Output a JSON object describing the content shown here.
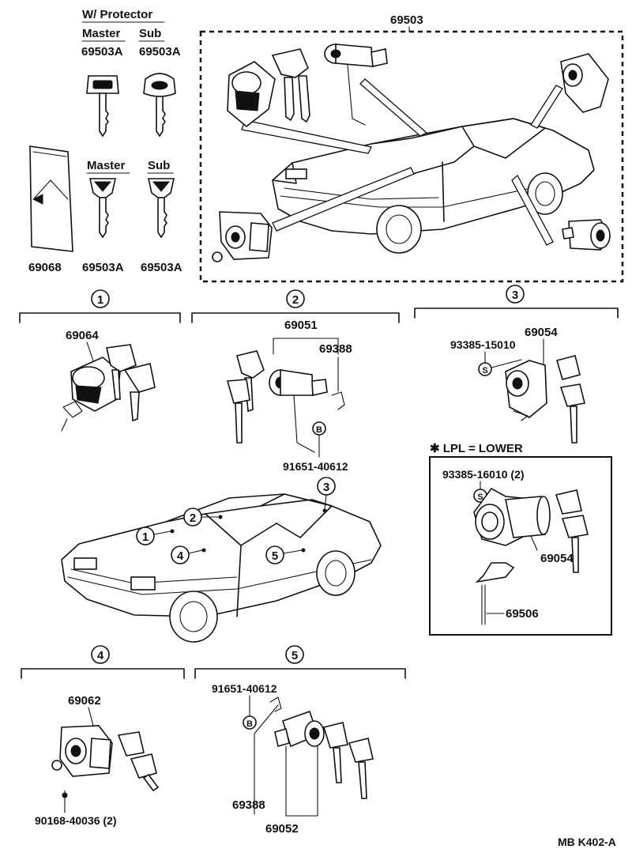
{
  "header": {
    "protector_title": "W/ Protector",
    "master_label": "Master",
    "sub_label": "Sub",
    "master_part": "69503A",
    "sub_part": "69503A"
  },
  "plain_keys": {
    "master_label": "Master",
    "sub_label": "Sub",
    "master_part": "69503A",
    "sub_part": "69503A"
  },
  "key_case_part": "69068",
  "set_part": "69503",
  "sections": [
    {
      "num": "1",
      "parts": [
        "69064"
      ]
    },
    {
      "num": "2",
      "parts": [
        "69051",
        "69388",
        "91651-40612"
      ]
    },
    {
      "num": "3",
      "parts": [
        "93385-15010",
        "69054"
      ]
    },
    {
      "num": "4",
      "parts": [
        "69062",
        "90168-40036 (2)"
      ]
    },
    {
      "num": "5",
      "parts": [
        "91651-40612",
        "69388",
        "69052"
      ]
    }
  ],
  "lpl": {
    "title": "✱ LPL = LOWER",
    "screw_part": "93385-16010 (2)",
    "cylinder_part": "69054",
    "rod_part": "69506"
  },
  "markers": {
    "screw": "S",
    "bolt": "B"
  },
  "car_callouts": [
    "1",
    "2",
    "3",
    "4",
    "5"
  ],
  "footer_code": "MB K402-A"
}
